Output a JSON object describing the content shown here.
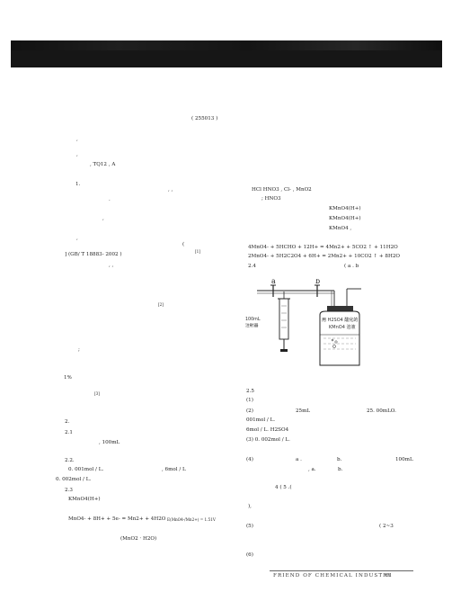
{
  "header": {
    "affiliation_code": "( 255013 )"
  },
  "left_column": {
    "l01": ",",
    "l02": ",",
    "l03": ", TQ12                    , A",
    "l04": "1.",
    "l05": ",                   ,",
    "l06": ".",
    "l07": ",",
    "l08": ",",
    "l09": "(",
    "l10": "] (GB/ T   18883- 2002 )",
    "l11": "[1]",
    "l12": ", ,",
    "l13": "[2]",
    "l14": ";",
    "l15": "1%",
    "l16": "[3]",
    "l17": "2.",
    "l18": "2.1",
    "l19": ", 100mL",
    "l20": "2.2.",
    "l21": "0. 001mol / L.",
    "l22": ", 6mol / L",
    "l23": "0. 002mol / L.",
    "l24": "2.3",
    "l25": "KMnO4(H+)",
    "l26": "MnO4- + 8H+ + 5e- = Mn2+ + 4H2O",
    "l27": "E(MnO4-/Mn2+) = 1.51V",
    "l28": "(MnO2 · H2O)"
  },
  "right_column": {
    "r01": "HCl    HNO3 ,     Cl-               ,       MnO2",
    "r02": ";    HNO3",
    "r03": "KMnO4(H+)",
    "r04": "KMnO4(H+)",
    "r05": "KMnO4 ,",
    "r06": "4MnO4- + 5HCHO + 12H+ = 4Mn2+ + 5CO2 ↑  + 11H2O",
    "r07": "2MnO4- + 5H2C2O4 + 6H+ = 2Mn2+ + 10CO2 ↑  + 8H2O",
    "r08": "2.4",
    "r09": "( a . b",
    "r10": "2.5",
    "r11": "(1)",
    "r12": "(2)",
    "r13": "25mL",
    "r14": "25. 00mLO.",
    "r15": "001mol / L.",
    "r16": "6mol / L.   H2SO4",
    "r17": "(3)    0. 002mol / L.",
    "r18": "(4)",
    "r19": "a .",
    "r20": "b.",
    "r21": "100mL",
    "r22": ", a.",
    "r23": "b.",
    "r24": "4  ( 5  .(",
    "r25": "),",
    "r26": "(5)",
    "r27": "( 2~3",
    "r28": "(6)"
  },
  "figure": {
    "label_a": "a",
    "label_b": "b",
    "syringe_label_1": "100mL",
    "syringe_label_2": "注射器",
    "flask_label_1": "用 H2SO4 酸化的",
    "flask_label_2": "KMnO4 溶液"
  },
  "footer": {
    "journal": "FRIEND   OF   CHEMICAL   INDUSTRY",
    "page": "61"
  }
}
